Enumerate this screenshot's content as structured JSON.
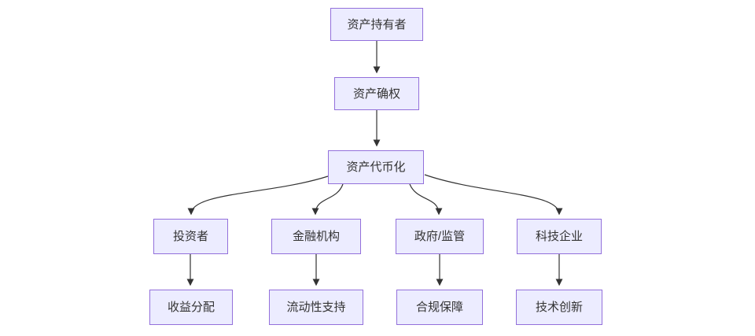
{
  "diagram": {
    "type": "flowchart",
    "direction": "top-down",
    "colors": {
      "node_fill": "#ECECFF",
      "node_border": "#9370DB",
      "edge_stroke": "#333333",
      "text": "#333333",
      "background": "#FFFFFF"
    },
    "nodes": {
      "asset_holder": {
        "label": "资产持有者"
      },
      "asset_confirmation": {
        "label": "资产确权"
      },
      "asset_tokenization": {
        "label": "资产代币化"
      },
      "investors": {
        "label": "投资者"
      },
      "financial_institutions": {
        "label": "金融机构"
      },
      "government_regulation": {
        "label": "政府/监管"
      },
      "tech_enterprises": {
        "label": "科技企业"
      },
      "revenue_distribution": {
        "label": "收益分配"
      },
      "liquidity_support": {
        "label": "流动性支持"
      },
      "compliance_guarantee": {
        "label": "合规保障"
      },
      "technology_innovation": {
        "label": "技术创新"
      }
    },
    "edges": [
      {
        "from": "资产持有者",
        "to": "资产确权"
      },
      {
        "from": "资产确权",
        "to": "资产代币化"
      },
      {
        "from": "资产代币化",
        "to": "投资者"
      },
      {
        "from": "资产代币化",
        "to": "金融机构"
      },
      {
        "from": "资产代币化",
        "to": "政府/监管"
      },
      {
        "from": "资产代币化",
        "to": "科技企业"
      },
      {
        "from": "投资者",
        "to": "收益分配"
      },
      {
        "from": "金融机构",
        "to": "流动性支持"
      },
      {
        "from": "政府/监管",
        "to": "合规保障"
      },
      {
        "from": "科技企业",
        "to": "技术创新"
      }
    ]
  }
}
